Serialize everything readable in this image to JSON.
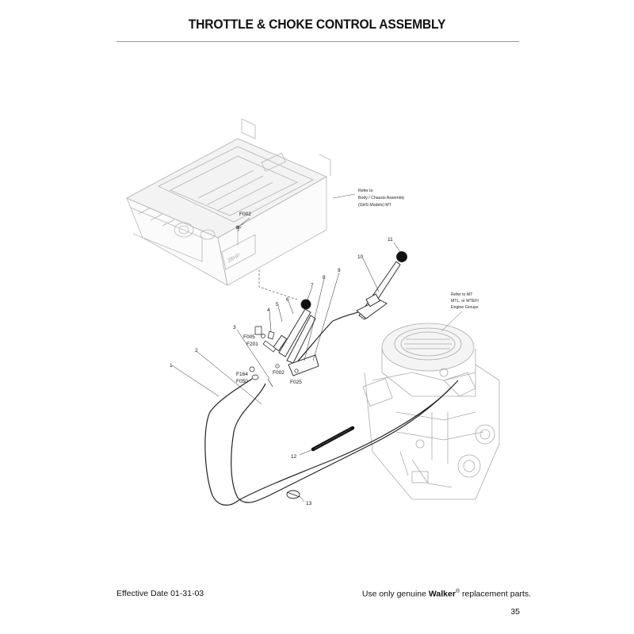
{
  "header": {
    "title": "THROTTLE & CHOKE CONTROL ASSEMBLY"
  },
  "footer": {
    "effective_date": "Effective Date 01-31-03",
    "parts_prefix": "Use only genuine ",
    "brand": "Walker",
    "registered": "®",
    "parts_suffix": " replacement parts.",
    "page_number": "35"
  },
  "diagram": {
    "body_decal": "28HP",
    "notes": {
      "body_ref": [
        "Refer to",
        "Body / Chassis Assembly",
        "(GHS Models) MT"
      ],
      "engine_ref": [
        "Refer to MT",
        "MTL, or MTEFI",
        "Engine Groups"
      ]
    },
    "callouts": [
      {
        "id": "F002a",
        "text": "F002"
      },
      {
        "id": "c11",
        "text": "11"
      },
      {
        "id": "c10",
        "text": "10"
      },
      {
        "id": "c9",
        "text": "9"
      },
      {
        "id": "c8",
        "text": "8"
      },
      {
        "id": "c7",
        "text": "7"
      },
      {
        "id": "c6",
        "text": "6"
      },
      {
        "id": "c5",
        "text": "5"
      },
      {
        "id": "c4",
        "text": "4"
      },
      {
        "id": "c3",
        "text": "3"
      },
      {
        "id": "F005",
        "text": "F005"
      },
      {
        "id": "F201",
        "text": "F201"
      },
      {
        "id": "c2",
        "text": "2"
      },
      {
        "id": "c1",
        "text": "1"
      },
      {
        "id": "F164",
        "text": "F164"
      },
      {
        "id": "F050",
        "text": "F050"
      },
      {
        "id": "F002b",
        "text": "F002"
      },
      {
        "id": "F025",
        "text": "F025"
      },
      {
        "id": "c12",
        "text": "12"
      },
      {
        "id": "c13",
        "text": "13"
      }
    ]
  }
}
